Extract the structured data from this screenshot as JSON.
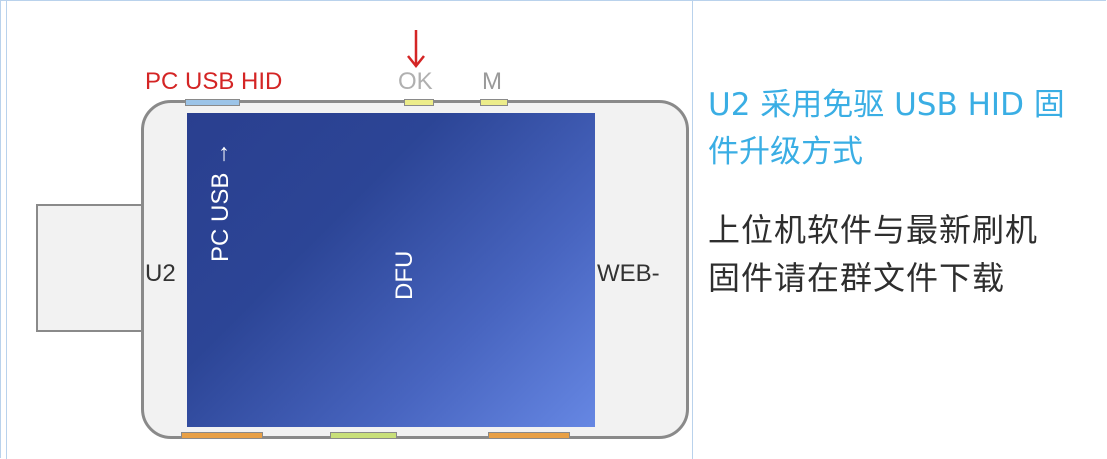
{
  "diagram": {
    "labels": {
      "pc_usb_hid": "PC USB HID",
      "ok": "OK",
      "m": "M",
      "u2": "U2",
      "web": "WEB-",
      "pc_usb_vertical": "PC USB →",
      "dfu": "DFU"
    },
    "colors": {
      "pc_usb_hid_label": "#d42525",
      "arrow": "#d42525",
      "screen_start": "#2a3f8f",
      "screen_end": "#6687e3",
      "button_blue": "#9cc4e8",
      "button_yellow": "#ecec8a",
      "button_orange": "#e8a046",
      "button_green": "#c8df7a",
      "title_text": "#3aaee4"
    }
  },
  "info": {
    "title_line1": "U2 采用免驱 USB HID 固",
    "title_line2": "件升级方式",
    "body_line1": "上位机软件与最新刷机",
    "body_line2": "固件请在群文件下载"
  }
}
